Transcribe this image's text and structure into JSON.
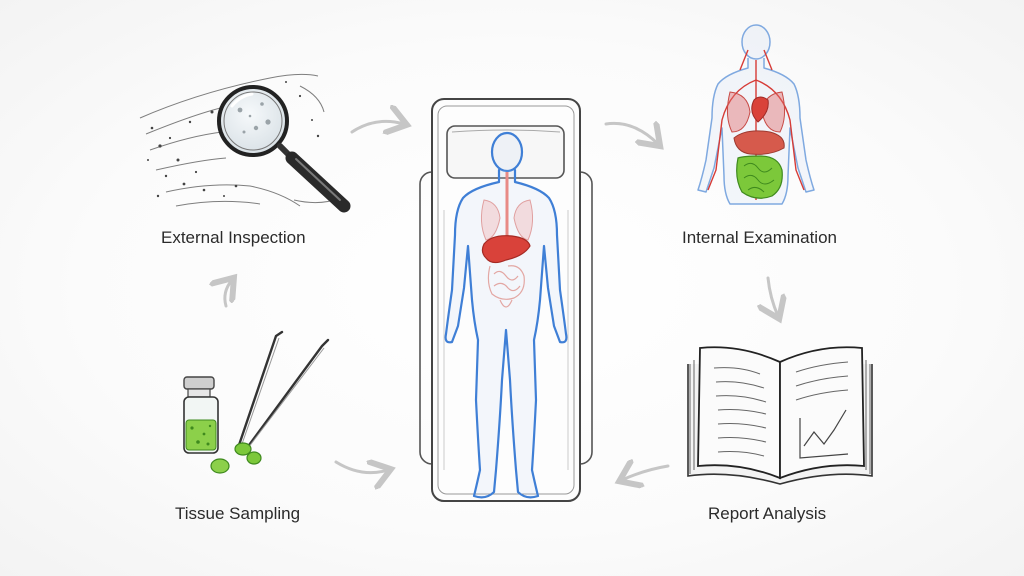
{
  "diagram": {
    "steps": [
      {
        "id": "external",
        "label": "External Inspection",
        "icon": "magnifying-glass-icon"
      },
      {
        "id": "internal",
        "label": "Internal Examination",
        "icon": "anatomy-organs-icon"
      },
      {
        "id": "report",
        "label": "Report Analysis",
        "icon": "open-report-book-icon"
      },
      {
        "id": "tissue",
        "label": "Tissue Sampling",
        "icon": "vial-and-forceps-icon"
      }
    ],
    "center_icon": "body-on-examination-table-icon",
    "colors": {
      "body_outline": "#3f7fd6",
      "organ_liver": "#d9423a",
      "organ_intestine": "#6fbf44",
      "sample_green": "#7cc83a",
      "sketch_line": "#3a3a3a",
      "arrow": "#c9c9c9"
    }
  }
}
